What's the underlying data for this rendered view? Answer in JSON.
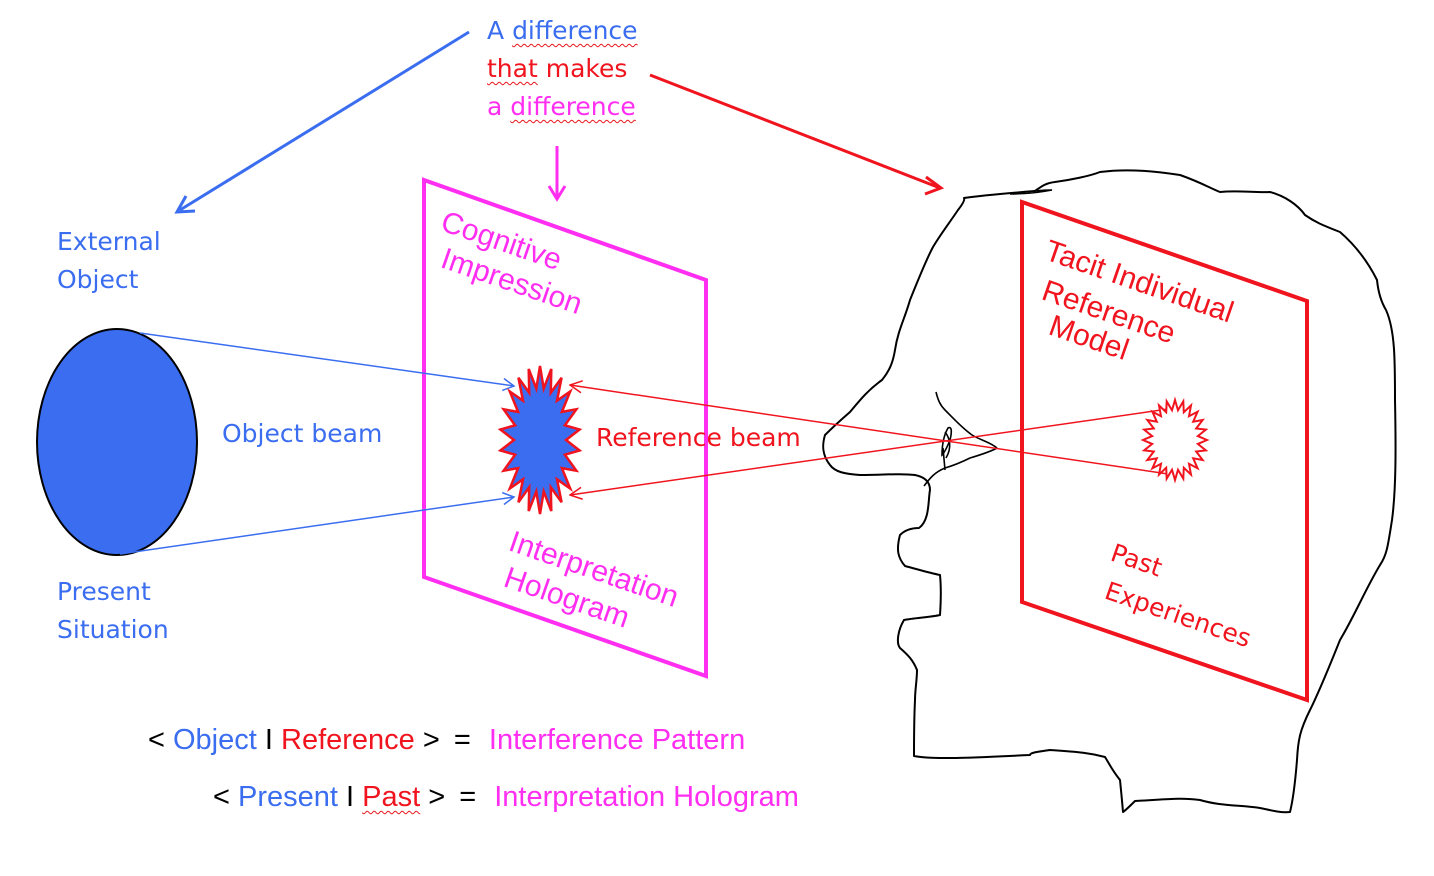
{
  "colors": {
    "blue": "#3a6df0",
    "red": "#f0141e",
    "magenta": "#ff2ef0",
    "black": "#000000",
    "object_fill": "#3a6df0"
  },
  "title": {
    "line1_prefix": "A",
    "line1_word": "difference",
    "line2_word": "that",
    "line2_rest": " makes",
    "line3_prefix": "a",
    "line3_word": "difference"
  },
  "left": {
    "external_object": [
      "External",
      "Object"
    ],
    "object_beam": "Object beam",
    "present_situation": [
      "Present",
      "Situation"
    ]
  },
  "middle_plane": {
    "top_label": [
      "Cognitive",
      "Impression"
    ],
    "bottom_label": [
      "Interpretation",
      "Hologram"
    ],
    "beam_label": "Reference beam"
  },
  "head_plane": {
    "top_label": [
      "Tacit Individual",
      "Reference",
      "Model"
    ],
    "bottom_label": [
      "Past",
      "Experiences"
    ]
  },
  "equations": [
    {
      "open": "<",
      "left": "Object",
      "sep": "I",
      "right": "Reference",
      "close": ">",
      "eq": "=",
      "result": "Interference Pattern"
    },
    {
      "open": "<",
      "left": "Present",
      "sep": "I",
      "right": "Past",
      "close": ">",
      "eq": "=",
      "result": "Interpretation Hologram"
    }
  ],
  "icons": {
    "object": "ellipse-object-icon",
    "interference": "starburst-interference-icon",
    "reference": "starburst-reference-icon",
    "head": "head-silhouette-icon",
    "eye": "eye-icon"
  }
}
